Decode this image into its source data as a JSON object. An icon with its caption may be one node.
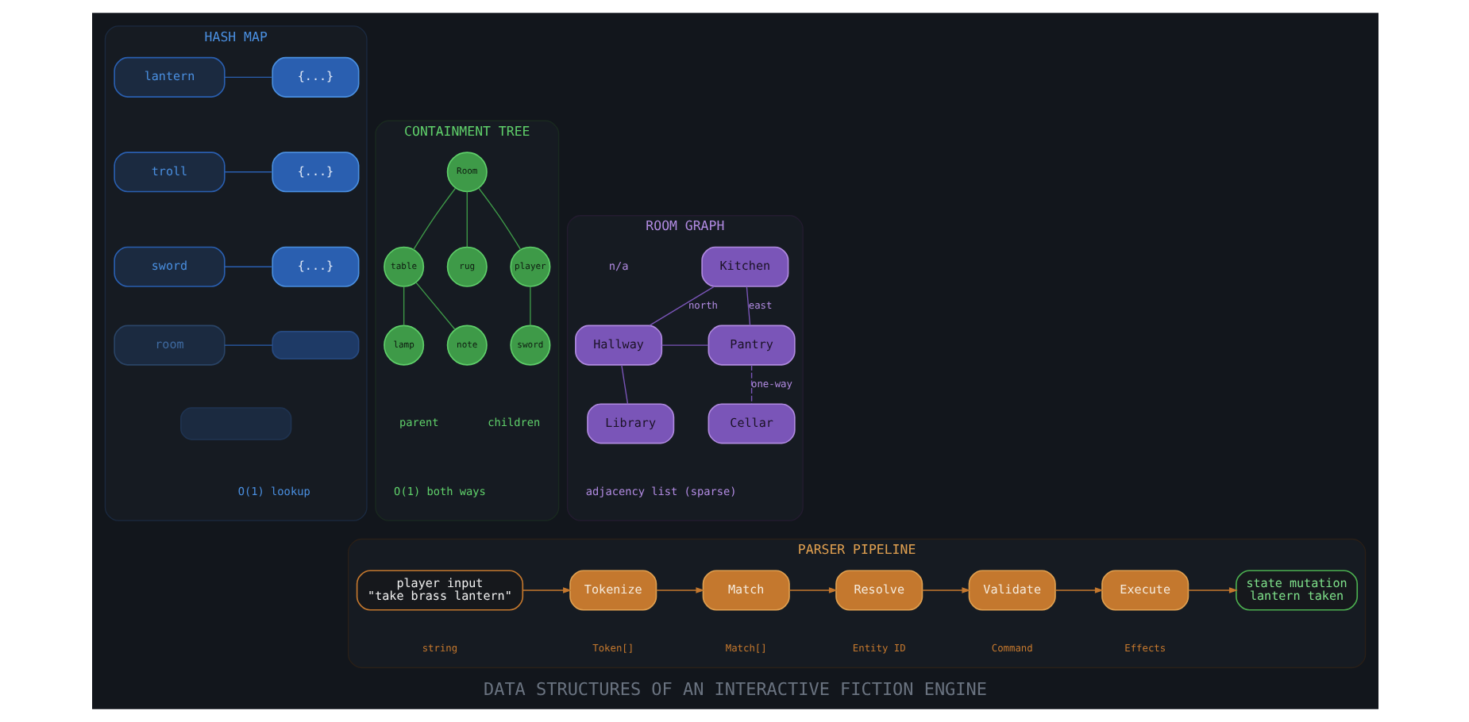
{
  "diagram": {
    "title": "DATA STRUCTURES OF AN INTERACTIVE FICTION ENGINE",
    "nodes": [
      {
        "text": [
          "HASH MAP"
        ]
      },
      {
        "text": [
          "lantern"
        ],
        "in": 0
      },
      {
        "text": [
          "{...}"
        ],
        "in": 0
      },
      {
        "text": [
          "troll"
        ],
        "in": 0
      },
      {
        "text": [
          "{...}"
        ],
        "in": 0
      },
      {
        "text": [
          "sword"
        ],
        "in": 0
      },
      {
        "text": [
          "{...}"
        ],
        "in": 0
      },
      {
        "text": [
          "room"
        ],
        "in": 0
      },
      {
        "text": [],
        "shape": "box",
        "in": 0
      },
      {
        "text": [],
        "shape": "box",
        "in": 0
      },
      {
        "text": [
          "CONTAINMENT TREE"
        ]
      },
      {
        "text": [
          "Room"
        ],
        "in": 10
      },
      {
        "text": [
          "table"
        ],
        "in": 10
      },
      {
        "text": [
          "rug"
        ],
        "in": 10
      },
      {
        "text": [
          "player"
        ],
        "in": 10
      },
      {
        "text": [
          "lamp"
        ],
        "in": 10
      },
      {
        "text": [
          "note"
        ],
        "in": 10
      },
      {
        "text": [
          "sword"
        ],
        "in": 10
      },
      {
        "text": [
          "ROOM GRAPH"
        ]
      },
      {
        "text": [
          "Kitchen"
        ],
        "in": 18
      },
      {
        "text": [
          "Hallway"
        ],
        "in": 18
      },
      {
        "text": [
          "Pantry"
        ],
        "in": 18
      },
      {
        "text": [
          "Library"
        ],
        "in": 18
      },
      {
        "text": [
          "Cellar"
        ],
        "in": 18
      },
      {
        "text": [
          "PARSER PIPELINE"
        ]
      },
      {
        "text": [
          "player input",
          "\"take brass lantern\""
        ],
        "beside": [
          "string"
        ],
        "in": 24
      },
      {
        "text": [
          "Tokenize"
        ],
        "beside": [
          "Token[]"
        ],
        "in": 24
      },
      {
        "text": [
          "Match"
        ],
        "beside": [
          "Match[]"
        ],
        "in": 24
      },
      {
        "text": [
          "Resolve"
        ],
        "beside": [
          "Entity ID"
        ],
        "in": 24
      },
      {
        "text": [
          "Validate"
        ],
        "beside": [
          "Command"
        ],
        "in": 24
      },
      {
        "text": [
          "Execute"
        ],
        "beside": [
          "Effects"
        ],
        "in": 24
      },
      {
        "text": [
          "state mutation",
          "lantern taken"
        ],
        "in": 24
      }
    ],
    "edges": [
      {
        "from": 1,
        "to": 2,
        "arrow": "none",
        "color": "#2a5fb0"
      },
      {
        "from": 3,
        "to": 4,
        "arrow": "none",
        "color": "#2a5fb0"
      },
      {
        "from": 5,
        "to": 6,
        "arrow": "none",
        "color": "#2a5fb0"
      },
      {
        "from": 7,
        "to": 8,
        "arrow": "none",
        "color": "#2a5fb0"
      },
      {
        "from": 11,
        "to": 12,
        "arrow": "none"
      },
      {
        "from": 11,
        "to": 13,
        "arrow": "none"
      },
      {
        "from": 11,
        "to": 14,
        "arrow": "none"
      },
      {
        "from": 12,
        "to": 15,
        "arrow": "none"
      },
      {
        "from": 12,
        "to": 16,
        "arrow": "none"
      },
      {
        "from": 14,
        "to": 17,
        "arrow": "none"
      },
      {
        "from": 19,
        "to": 20,
        "arrow": "none",
        "label": "north",
        "color": "#7a55b8"
      },
      {
        "from": 19,
        "to": 21,
        "arrow": "none",
        "label": "east",
        "color": "#7a55b8"
      },
      {
        "from": 20,
        "to": 21,
        "arrow": "none",
        "color": "#7a55b8"
      },
      {
        "from": 20,
        "to": 22,
        "arrow": "none",
        "color": "#7a55b8"
      },
      {
        "from": 21,
        "to": 23,
        "arrow": "none",
        "style": "dashed",
        "label": "one-way",
        "color": "#7a55b8"
      },
      {
        "from": 25,
        "to": 26,
        "arrow": "to",
        "color": "#c4782e"
      },
      {
        "from": 26,
        "to": 27,
        "arrow": "to",
        "color": "#c4782e"
      },
      {
        "from": 27,
        "to": 28,
        "arrow": "to",
        "color": "#c4782e"
      },
      {
        "from": 28,
        "to": 29,
        "arrow": "to",
        "color": "#c4782e"
      },
      {
        "from": 29,
        "to": 30,
        "arrow": "to",
        "color": "#c4782e"
      },
      {
        "from": 30,
        "to": 31,
        "arrow": "to",
        "color": "#c4782e"
      }
    ],
    "labels": [
      "O(1) lookup",
      "parent",
      "children",
      "O(1) both ways",
      "n/a",
      "adjacency list (sparse)"
    ]
  }
}
